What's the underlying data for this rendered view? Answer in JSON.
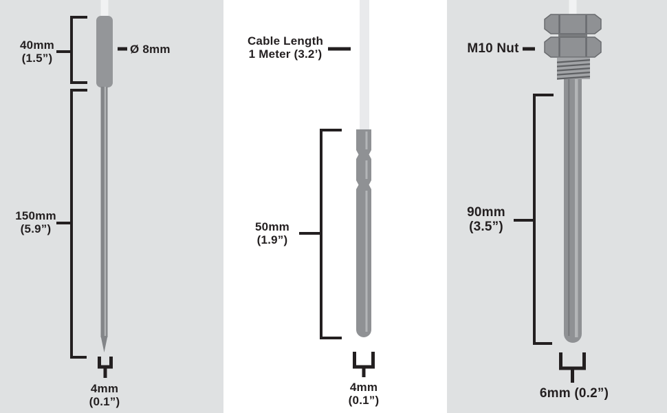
{
  "colors": {
    "panel_bg": "#dfe1e2",
    "middle_bg": "#ffffff",
    "ink": "#231f20",
    "metal": "#8f9194",
    "metal_dark": "#7a7c7f",
    "metal_highlight": "#b3b5b7",
    "handle": "#949699",
    "shaft_left": "#838588",
    "cable": "#f1f2f3",
    "cable_on_white": "#e9eaec",
    "nut_edge": "#696b6e",
    "thread_base": "#a2a4a7",
    "thread_groove": "#5e6063"
  },
  "left_panel": {
    "handle_length_mm": "40mm",
    "handle_length_in": "(1.5”)",
    "diameter": "Ø 8mm",
    "shaft_length_mm": "150mm",
    "shaft_length_in": "(5.9”)",
    "tip_diameter_mm": "4mm",
    "tip_diameter_in": "(0.1”)"
  },
  "middle_panel": {
    "cable_length_line1": "Cable Length",
    "cable_length_line2": "1 Meter (3.2’)",
    "probe_length_mm": "50mm",
    "probe_length_in": "(1.9”)",
    "tip_diameter_mm": "4mm",
    "tip_diameter_in": "(0.1”)"
  },
  "right_panel": {
    "nut_label": "M10 Nut",
    "probe_length_mm": "90mm",
    "probe_length_in": "(3.5”)",
    "tip_diameter": "6mm (0.2”)"
  }
}
